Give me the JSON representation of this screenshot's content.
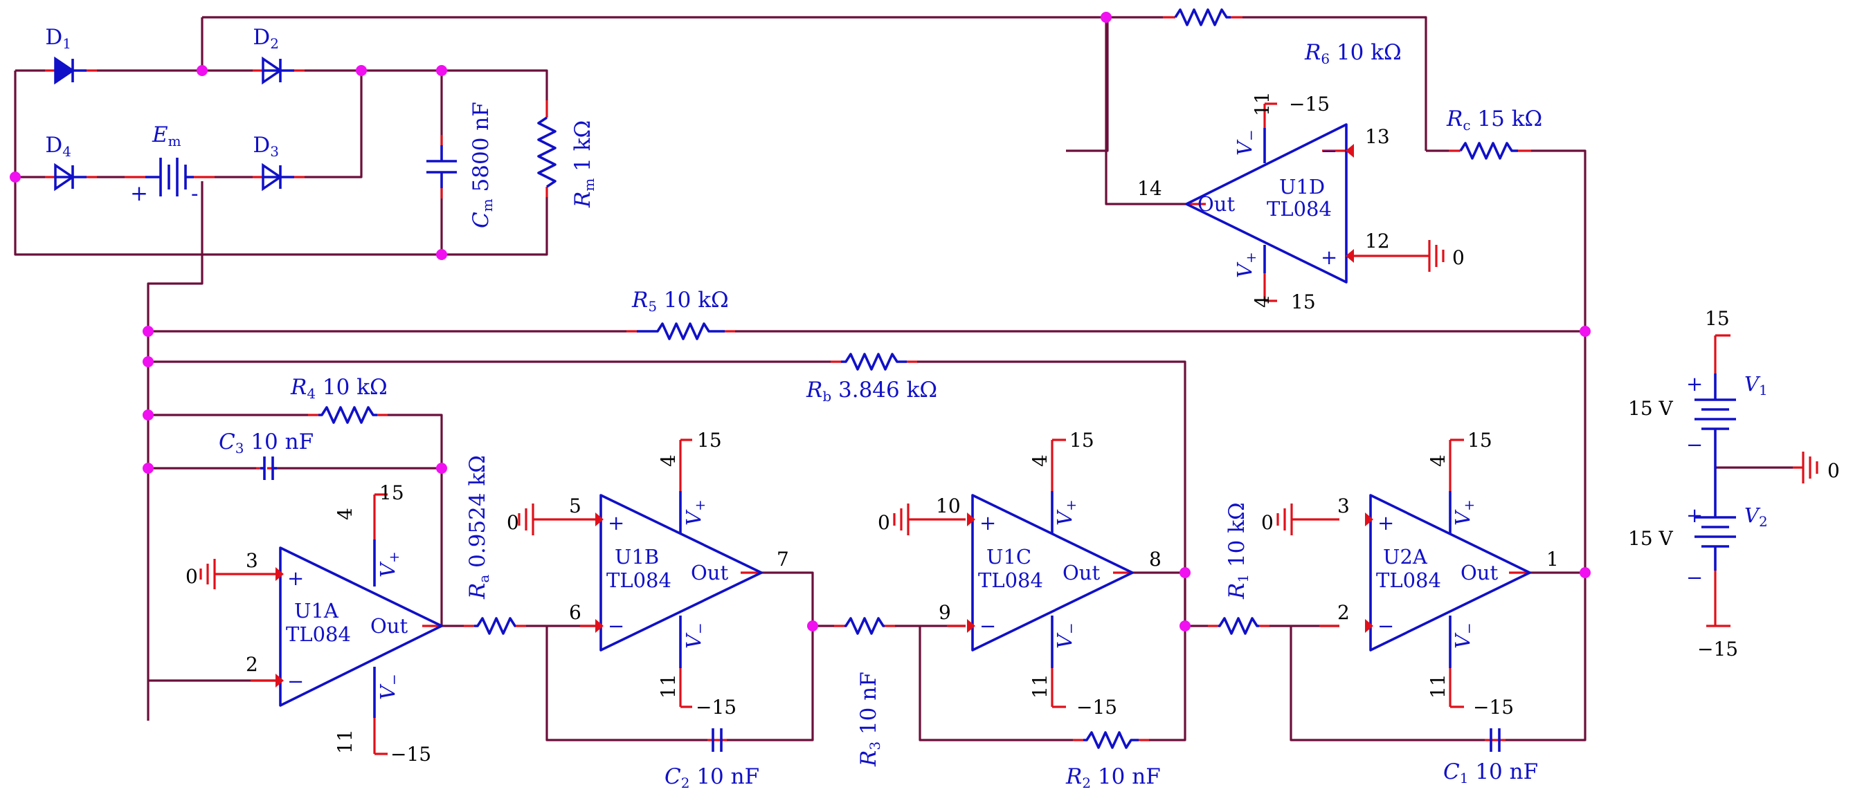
{
  "diodes": {
    "d1": "D",
    "d1_sub": "1",
    "d2": "D",
    "d2_sub": "2",
    "d3": "D",
    "d3_sub": "3",
    "d4": "D",
    "d4_sub": "4"
  },
  "em": {
    "name": "E",
    "sub": "m",
    "plus": "+",
    "minus": "-"
  },
  "cm": {
    "name": "C",
    "sub": "m",
    "value": " 5800 nF"
  },
  "rm": {
    "name": "R",
    "sub": "m",
    "value": " 1 kΩ"
  },
  "r6": {
    "name": "R",
    "sub": "6",
    "value": " 10 kΩ"
  },
  "rc": {
    "name": "R",
    "sub": "c",
    "value": " 15 kΩ"
  },
  "r5": {
    "name": "R",
    "sub": "5",
    "value": " 10 kΩ"
  },
  "rb": {
    "name": "R",
    "sub": "b",
    "value": " 3.846 kΩ"
  },
  "r4": {
    "name": "R",
    "sub": "4",
    "value": " 10 kΩ"
  },
  "c3": {
    "name": "C",
    "sub": "3",
    "value": " 10 nF"
  },
  "ra": {
    "name": "R",
    "sub": "a",
    "value": " 0.9524 kΩ"
  },
  "c2": {
    "name": "C",
    "sub": "2",
    "value": " 10 nF"
  },
  "r3": {
    "name": "R",
    "sub": "3",
    "value": " 10 nF"
  },
  "r2": {
    "name": "R",
    "sub": "2",
    "value": " 10 nF"
  },
  "r1": {
    "name": "R",
    "sub": "1",
    "value": " 10 kΩ"
  },
  "c1": {
    "name": "C",
    "sub": "1",
    "value": " 10 nF"
  },
  "opamps": {
    "u1a": {
      "name": "U1A",
      "part": "TL084",
      "out": "Out",
      "plus": "+",
      "minus": "−",
      "vplus": "V",
      "vplus_sub": "+",
      "vminus": "V",
      "vminus_sub": "−",
      "pin_plus": "3",
      "pin_minus": "2",
      "pin_vplus": "4",
      "pin_vminus": "11",
      "supply_plus": "15",
      "supply_minus": "−15",
      "gnd": "0"
    },
    "u1b": {
      "name": "U1B",
      "part": "TL084",
      "out": "Out",
      "plus": "+",
      "minus": "−",
      "vplus": "V",
      "vplus_sub": "+",
      "vminus": "V",
      "vminus_sub": "−",
      "pin_plus": "5",
      "pin_minus": "6",
      "pin_out": "7",
      "pin_vplus": "4",
      "pin_vminus": "11",
      "supply_plus": "15",
      "supply_minus": "−15",
      "gnd": "0"
    },
    "u1c": {
      "name": "U1C",
      "part": "TL084",
      "out": "Out",
      "plus": "+",
      "minus": "−",
      "vplus": "V",
      "vplus_sub": "+",
      "vminus": "V",
      "vminus_sub": "−",
      "pin_plus": "10",
      "pin_minus": "9",
      "pin_out": "8",
      "pin_vplus": "4",
      "pin_vminus": "11",
      "supply_plus": "15",
      "supply_minus": "−15",
      "gnd": "0"
    },
    "u2a": {
      "name": "U2A",
      "part": "TL084",
      "out": "Out",
      "plus": "+",
      "minus": "−",
      "vplus": "V",
      "vplus_sub": "+",
      "vminus": "V",
      "vminus_sub": "−",
      "pin_plus": "3",
      "pin_minus": "2",
      "pin_out": "1",
      "pin_vplus": "4",
      "pin_vminus": "11",
      "supply_plus": "15",
      "supply_minus": "−15",
      "gnd": "0"
    },
    "u1d": {
      "name": "U1D",
      "part": "TL084",
      "out": "Out",
      "plus": "+",
      "minus": "−",
      "vplus": "V",
      "vplus_sub": "+",
      "vminus": "V",
      "vminus_sub": "−",
      "pin_plus": "12",
      "pin_minus": "13",
      "pin_out": "14",
      "pin_vplus": "4",
      "pin_vminus": "11",
      "supply_plus": "15",
      "supply_minus": "−15",
      "gnd": "0"
    }
  },
  "supplies": {
    "v1": {
      "name": "V",
      "sub": "1",
      "value": "15 V",
      "top": "15",
      "plus": "+",
      "minus": "−"
    },
    "v2": {
      "name": "V",
      "sub": "2",
      "value": "15 V",
      "bottom": "−15",
      "plus": "+",
      "minus": "−"
    },
    "gnd": "0"
  },
  "colors": {
    "wire": "#6b0f3a",
    "component": "#1010c8",
    "pin": "#e0101a",
    "node": "#f010f0"
  }
}
